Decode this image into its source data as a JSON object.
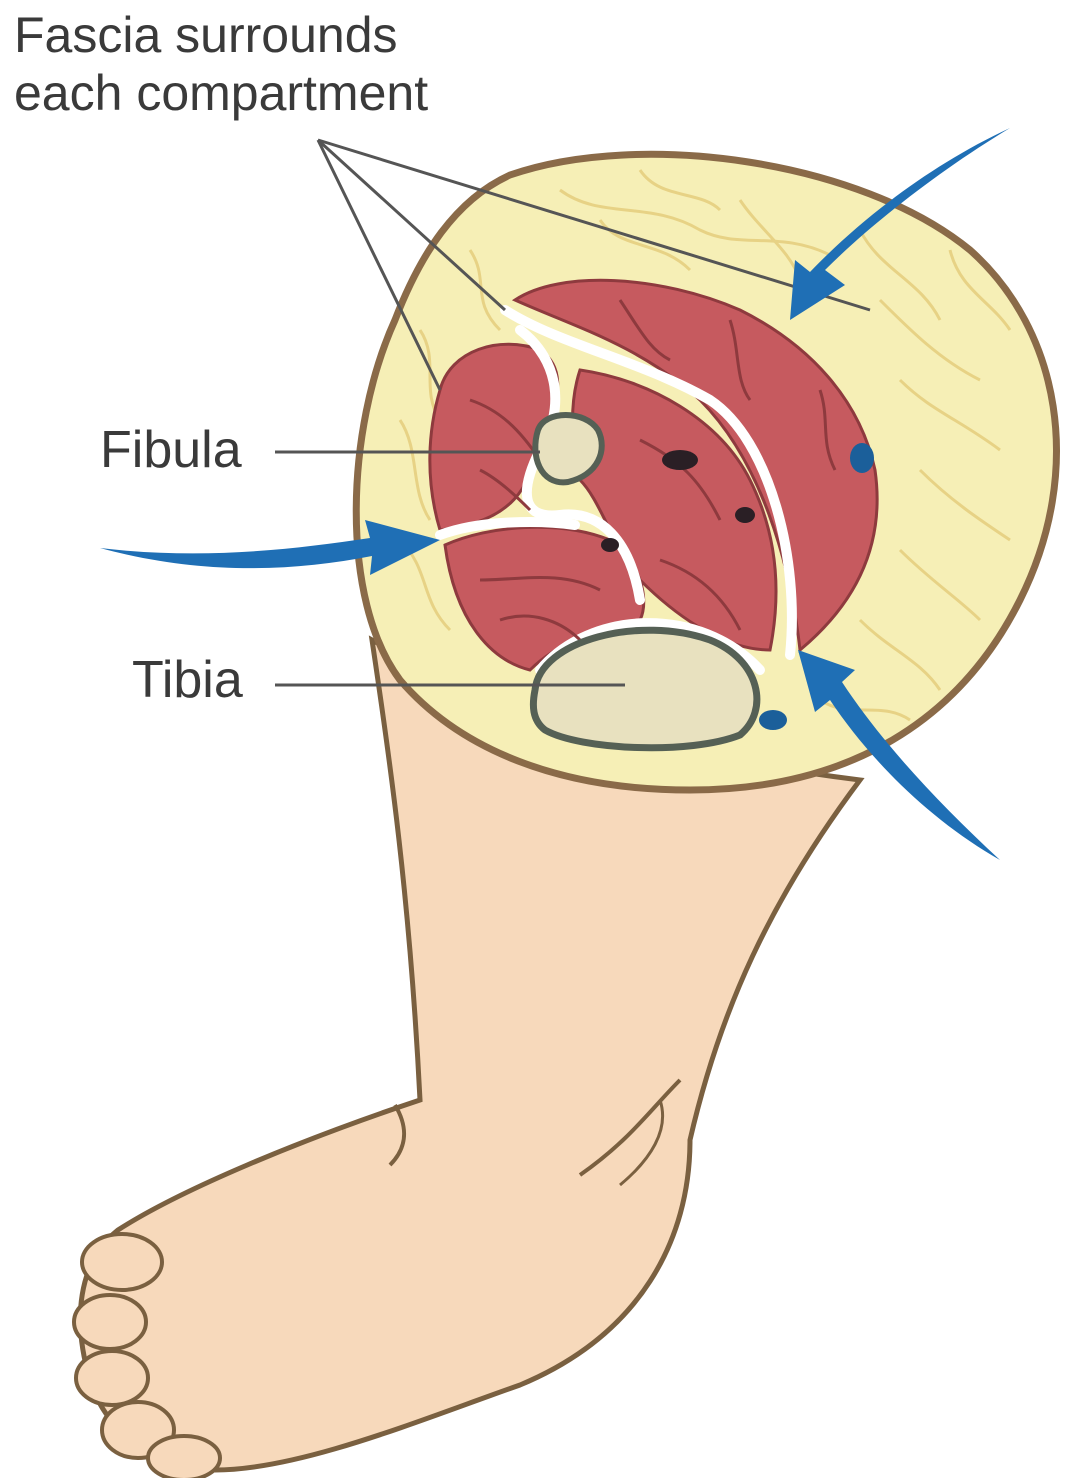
{
  "labels": {
    "fascia_line1": "Fascia surrounds",
    "fascia_line2": "each compartment",
    "fibula": "Fibula",
    "tibia": "Tibia"
  },
  "colors": {
    "skin": "#f7d9bb",
    "skin_outline": "#7a6040",
    "fat": "#f6efb6",
    "fat_lines": "#e6cf80",
    "muscle": "#c65a5f",
    "muscle_lines": "#8e3a3e",
    "fascia": "#ffffff",
    "bone": "#e8e1bf",
    "bone_outline": "#556055",
    "arrow": "#1f6fb5",
    "vessel": "#1b5f9a",
    "leader_line": "#555555"
  },
  "icons": [
    "pressure-arrow-icon"
  ]
}
